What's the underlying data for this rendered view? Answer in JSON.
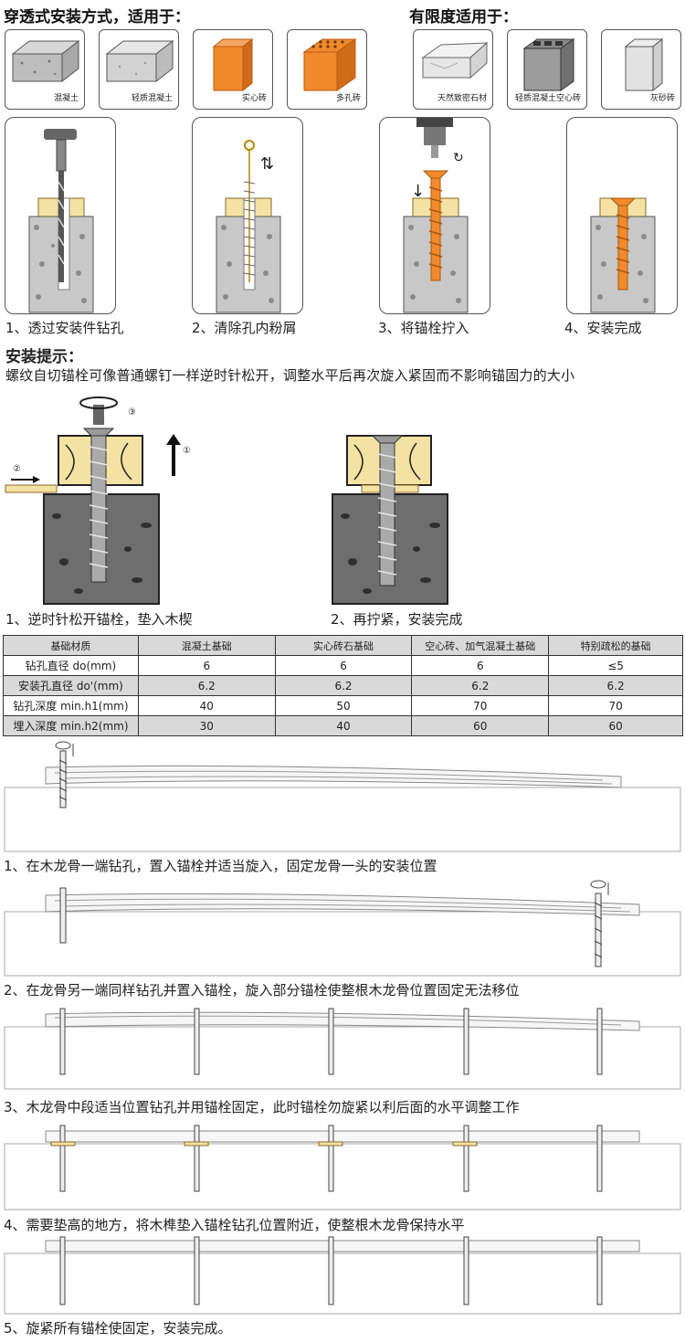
{
  "section_through": {
    "title": "穿透式安装方式，适用于："
  },
  "section_limited": {
    "title": "有限度适用于："
  },
  "materials": [
    {
      "label": "混凝土",
      "icon": "concrete-block-icon"
    },
    {
      "label": "轻质混凝土",
      "icon": "light-concrete-block-icon"
    },
    {
      "label": "实心砖",
      "icon": "solid-brick-icon"
    },
    {
      "label": "多孔砖",
      "icon": "perforated-brick-icon"
    },
    {
      "label": "天然致密石材",
      "icon": "natural-stone-icon"
    },
    {
      "label": "轻质混凝土空心砖",
      "icon": "hollow-block-icon"
    },
    {
      "label": "灰砂砖",
      "icon": "sand-lime-brick-icon"
    }
  ],
  "steps": [
    {
      "caption": "1、透过安装件钻孔",
      "icon": "drill-icon"
    },
    {
      "caption": "2、清除孔内粉屑",
      "icon": "brush-icon"
    },
    {
      "caption": "3、将锚栓拧入",
      "icon": "screw-driver-icon"
    },
    {
      "caption": "4、安装完成",
      "icon": "anchor-installed-icon"
    }
  ],
  "tips": {
    "title": "安装提示：",
    "text": "螺纹自切锚栓可像普通螺钉一样逆时针松开，调整水平后再次旋入紧固而不影响锚固力的大小",
    "fig1_caption": "1、逆时针松开锚栓，垫入木楔",
    "fig2_caption": "2、再拧紧，安装完成",
    "fig_markers": [
      "①",
      "②",
      "③"
    ]
  },
  "colors": {
    "orange": "#f08a2c",
    "concrete": "#c8c8c8",
    "wood": "#f3e2a3",
    "table_gray": "#d9d9d9"
  },
  "table": {
    "headers": [
      "基础材质",
      "混凝土基础",
      "实心砖石基础",
      "空心砖、加气混凝土基础",
      "特别疏松的基础"
    ],
    "rows": [
      [
        "钻孔直径 do(mm)",
        "6",
        "6",
        "6",
        "≤5"
      ],
      [
        "安装孔直径 do'(mm)",
        "6.2",
        "6.2",
        "6.2",
        "6.2"
      ],
      [
        "钻孔深度 min.h1(mm)",
        "40",
        "50",
        "70",
        "70"
      ],
      [
        "埋入深度 min.h2(mm)",
        "30",
        "40",
        "60",
        "60"
      ]
    ]
  },
  "joist_steps": [
    {
      "caption": "1、在木龙骨一端钻孔，置入锚栓并适当旋入，固定龙骨一头的安装位置"
    },
    {
      "caption": "2、在龙骨另一端同样钻孔并置入锚栓，旋入部分锚栓使整根木龙骨位置固定无法移位"
    },
    {
      "caption": "3、木龙骨中段适当位置钻孔并用锚栓固定，此时锚栓勿旋紧以利后面的水平调整工作"
    },
    {
      "caption": "4、需要垫高的地方，将木榫垫入锚栓钻孔位置附近，使整根木龙骨保持水平"
    },
    {
      "caption": "5、旋紧所有锚栓使固定，安装完成。"
    }
  ]
}
